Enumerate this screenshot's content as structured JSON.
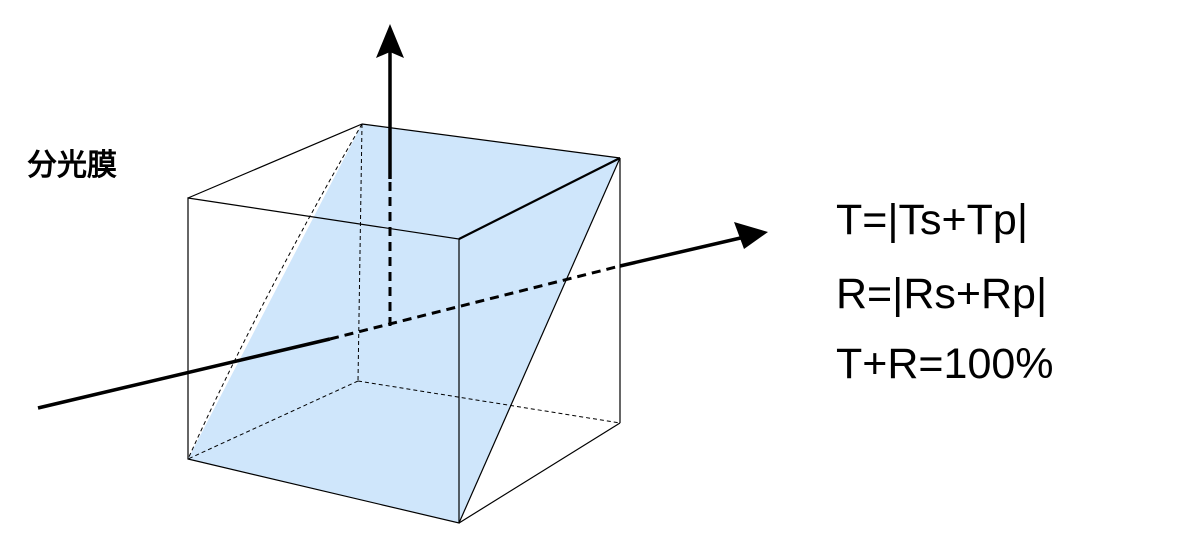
{
  "label": "分光膜",
  "equations": [
    "T=|Ts+Tp|",
    "R=|Rs+Rp|",
    "T+R=100%"
  ],
  "colors": {
    "film": "#cfe6fb",
    "line": "#000000"
  }
}
